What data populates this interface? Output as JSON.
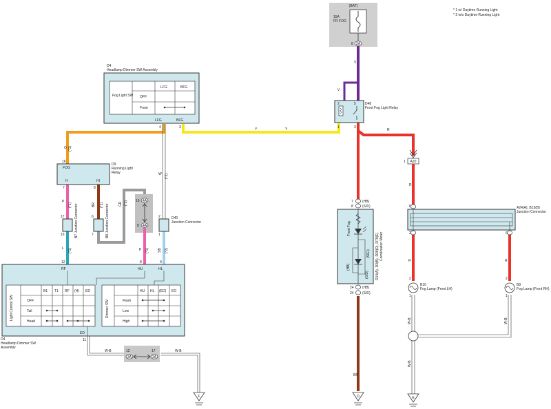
{
  "notes": {
    "n1": "* 1  w/ Daytime Running Light",
    "n2": "* 2  w/o Daytime Running Light"
  },
  "fuse": {
    "source": "(BAT)",
    "rating": "15A",
    "name": "FR FOG",
    "pin": "8",
    "conn": "2A",
    "wire": "V"
  },
  "d4_top": {
    "code": "D4",
    "name": "Headlamp Dimmer SW Assembly",
    "switch": "Fog Light SW",
    "col_lfg": "LFG",
    "col_bfg": "BFG",
    "row_off": "OFF",
    "row_front": "Front",
    "term_lfg": "LFG",
    "term_bfg": "BFG",
    "pin_lfg": "4",
    "pin_bfg": "3"
  },
  "relay": {
    "code": "D48",
    "name": "Front Fog Light Relay",
    "pin2": "2",
    "pin5": "5",
    "pin1": "1",
    "pin3": "3"
  },
  "d9": {
    "code": "D9",
    "name": "Running Light",
    "name2": "Relay",
    "label": "FOG",
    "h": "H",
    "hi": "HI",
    "pin16": "16",
    "pin7": "7",
    "pin8": "8"
  },
  "jc": {
    "b7": "B7 Junction Connector",
    "b8": "B8 Junction Connector",
    "d40_code": "D40",
    "d40_name": "Junction Connector",
    "p17": "17",
    "p16": "16",
    "p6": "6",
    "p7": "7",
    "p2": "2",
    "p1": "1",
    "gray_top_pin": "16",
    "gray_top_conn": "4A",
    "gray_bot_pin": "8",
    "gray_bot_conn": "4A"
  },
  "d4_bottom": {
    "code": "D4",
    "name": "Headlamp Dimmer SW",
    "name2": "Assembly",
    "light_sw": "Light Control SW",
    "light_cols": [
      "B1",
      "T1",
      "RF",
      "(H)",
      "ED"
    ],
    "light_rows": [
      "OFF",
      "Tail",
      "Head"
    ],
    "dimmer_sw": "Dimmer SW",
    "dimmer_cols": [
      "HU",
      "HL",
      "(ED)",
      "EO"
    ],
    "dimmer_rows": [
      "Flash",
      "Low",
      "High"
    ],
    "term_rf": "RF",
    "term_hu": "HU",
    "term_hl": "HL",
    "term_ed": "ED",
    "pin12": "12",
    "pin8": "8",
    "pin9": "9",
    "pin11": "11"
  },
  "ground_conn": {
    "pin12": "12",
    "conn12": "3A",
    "pin17": "17",
    "conn17": "3A",
    "wire": "W-B"
  },
  "meter": {
    "code": "D14(A), D3(B), D38(D), D79(E)",
    "name": "Combination Meter",
    "label": "Front Fog",
    "pin7": "7",
    "pin7c": "(HB)",
    "pin8": "8",
    "pin8c": "(S/D)",
    "pin24a": "24",
    "pin24ac": "(HB)",
    "pin24b": "24",
    "pin24bc": "(S/D)",
    "ic1": "(SIEI)",
    "ic2": "(HB)",
    "ic3": "(S/D)"
  },
  "junction_right": {
    "code": "A24(A), B13(B)",
    "name": "Junction Connector",
    "p6": "6",
    "p2": "2",
    "p6b": "6",
    "conn_a": "A",
    "conn_b": "B"
  },
  "adapter": {
    "pin": "1",
    "label": "A20"
  },
  "lamps": {
    "lh_code": "B10",
    "lh_name": "Fog Lamp (Front LH)",
    "lh_p2": "2",
    "lh_p1": "1",
    "rh_code": "B9",
    "rh_name": "Fog Lamp (Front RH)",
    "rh_p2": "2",
    "rh_p1": "1"
  },
  "wires": {
    "o": "O",
    "y1": "Y",
    "y2": "Y",
    "r": "R",
    "r2": "R",
    "r3": "R",
    "r4": "R",
    "p": "P",
    "br": "BR",
    "sb": "SB",
    "sb2": "SB",
    "gr": "GR",
    "w": "W",
    "l": "L",
    "p2": "P",
    "br2": "BR",
    "wb": "W-B",
    "wb2": "W-B",
    "wb3": "W-B",
    "v": "V",
    "s1": "(*1)",
    "s2": "(*1)",
    "s3": "(*1)",
    "s4": "(*1)",
    "s5": "(*1)",
    "s6": "(*1)",
    "s7": "(*2)",
    "s8": "(*2)"
  },
  "grounds": {
    "g1": "F",
    "g2": "D",
    "g3": "E"
  },
  "colors": {
    "orange": "#f29c1c",
    "yellow": "#f7e61a",
    "red": "#e8322a",
    "purple": "#6a2a98",
    "pink": "#ec5fa9",
    "teal": "#2aa6b8",
    "brown": "#8e3a18",
    "lightblue": "#9ed2ea",
    "gray": "#9a9a9a",
    "panel": "#cfe8ee",
    "fusebg": "#d0d0d0"
  }
}
